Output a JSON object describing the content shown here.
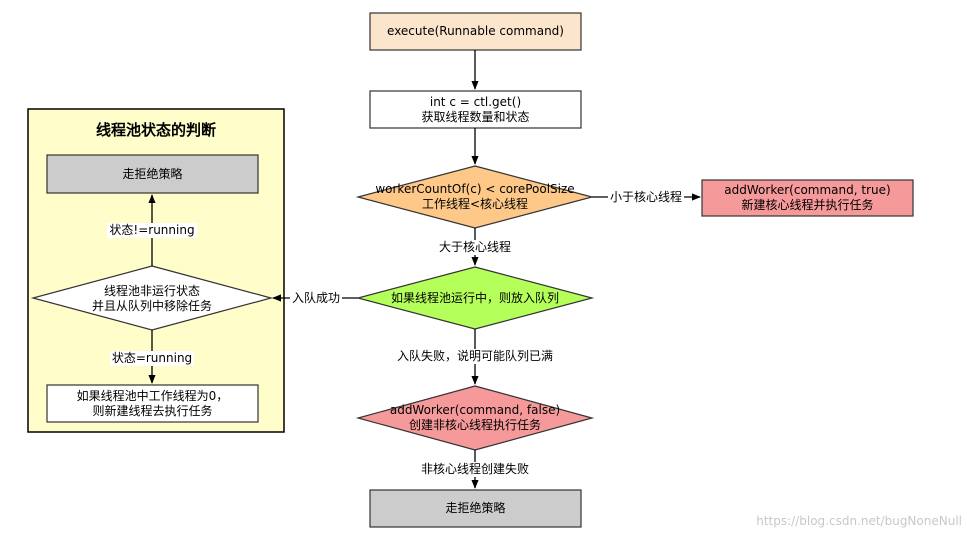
{
  "main_flow": {
    "start": "execute(Runnable command)",
    "get_count_line1": "int c = ctl.get()",
    "get_count_line2": "获取线程数量和状态",
    "core_check_line1": "workerCountOf(c) < corePoolSize",
    "core_check_line2": "工作线程<核心线程",
    "label_less_than_core": "小于核心线程",
    "add_core_line1": "addWorker(command, true)",
    "add_core_line2": "新建核心线程并执行任务",
    "label_greater_than_core": "大于核心线程",
    "enqueue_check": "如果线程池运行中，则放入队列",
    "label_enqueue_success": "入队成功",
    "label_enqueue_fail": "入队失败，说明可能队列已满",
    "add_noncore_line1": "addWorker(command, false)",
    "add_noncore_line2": "创建非核心线程执行任务",
    "label_noncore_fail": "非核心线程创建失败",
    "reject": "走拒绝策略"
  },
  "state_check_panel": {
    "title": "线程池状态的判断",
    "reject": "走拒绝策略",
    "label_not_running": "状态!=running",
    "check_line1": "线程池非运行状态",
    "check_line2": "并且从队列中移除任务",
    "label_running": "状态=running",
    "zero_workers_line1": "如果线程池中工作线程为0，",
    "zero_workers_line2": "则新建线程去执行任务"
  },
  "watermark": "https://blog.csdn.net/bugNoneNull",
  "colors": {
    "start_fill": "#fce5cd",
    "decision_core_fill": "#fdc888",
    "decision_enqueue_fill": "#b5ff5a",
    "add_worker_fill": "#f6999a",
    "reject_fill": "#cccccc",
    "panel_fill": "#fffdc9",
    "stroke": "#333333"
  }
}
